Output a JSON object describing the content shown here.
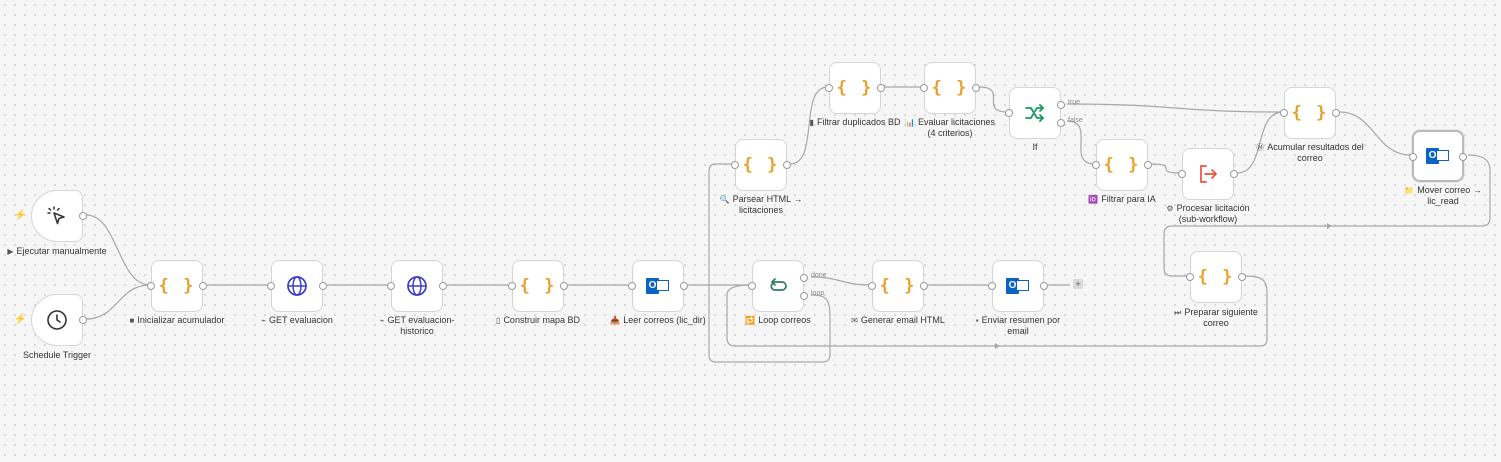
{
  "nodes": {
    "manual": {
      "label": "Ejecutar manualmente",
      "prefix": "▶",
      "icon": "cursor-click-icon"
    },
    "schedule": {
      "label": "Schedule Trigger",
      "icon": "clock-icon"
    },
    "init": {
      "label": "Inicializar acumulador",
      "prefix": "■",
      "icon": "code-icon"
    },
    "get_eval": {
      "label": "GET evaluacion",
      "prefix": "⌁",
      "icon": "globe-icon"
    },
    "get_hist": {
      "label": "GET evaluacion-historico",
      "prefix": "⌁",
      "icon": "globe-icon"
    },
    "mapa": {
      "label": "Construir mapa BD",
      "prefix": "▯",
      "icon": "code-icon"
    },
    "leer": {
      "label": "Leer correos (lic_dir)",
      "prefix": "📥",
      "icon": "outlook-icon"
    },
    "loop": {
      "label": "Loop correos",
      "prefix": "🔁",
      "icon": "loop-icon"
    },
    "gen_email": {
      "label": "Generar email HTML",
      "prefix": "✉",
      "icon": "code-icon"
    },
    "enviar": {
      "label": "Enviar resumen por email",
      "prefix": "▪",
      "icon": "outlook-icon"
    },
    "parsear": {
      "label": "Parsear HTML → licitaciones",
      "prefix": "🔍",
      "icon": "code-icon"
    },
    "filtrar_dup": {
      "label": "Filtrar duplicados BD",
      "prefix": "▮",
      "icon": "code-icon"
    },
    "evaluar": {
      "label": "Evaluar licitaciones (4 criterios)",
      "prefix": "📊",
      "icon": "code-icon"
    },
    "if": {
      "label": "If",
      "icon": "branch-icon"
    },
    "filtrar_ia": {
      "label": "Filtrar para IA",
      "prefix": "🆔",
      "icon": "code-icon"
    },
    "procesar": {
      "label": "Procesar licitación (sub-workflow)",
      "prefix": "⚙",
      "icon": "subworkflow-icon"
    },
    "acumular": {
      "label": "Acumular resultados del correo",
      "prefix": "Ⓜ",
      "icon": "code-icon"
    },
    "mover": {
      "label": "Mover correo → lic_read",
      "prefix": "📁",
      "icon": "outlook-icon"
    },
    "preparar": {
      "label": "Preparar siguiente correo",
      "prefix": "⏭",
      "icon": "code-icon"
    }
  },
  "ports": {
    "true": "true",
    "false": "false",
    "done": "done",
    "loop": "loop"
  },
  "glyphs": {
    "code": "{ }",
    "outlook_letter": "O",
    "plus": "+",
    "bolt": "⚡"
  },
  "colors": {
    "code": "#e8a12c",
    "http": "#3e3fc7",
    "outlook": "#0a64c2",
    "if": "#1a9a5a",
    "loop": "#2e7d5b",
    "subworkflow": "#e9533f",
    "trigger_bolt": "#e9533f"
  }
}
